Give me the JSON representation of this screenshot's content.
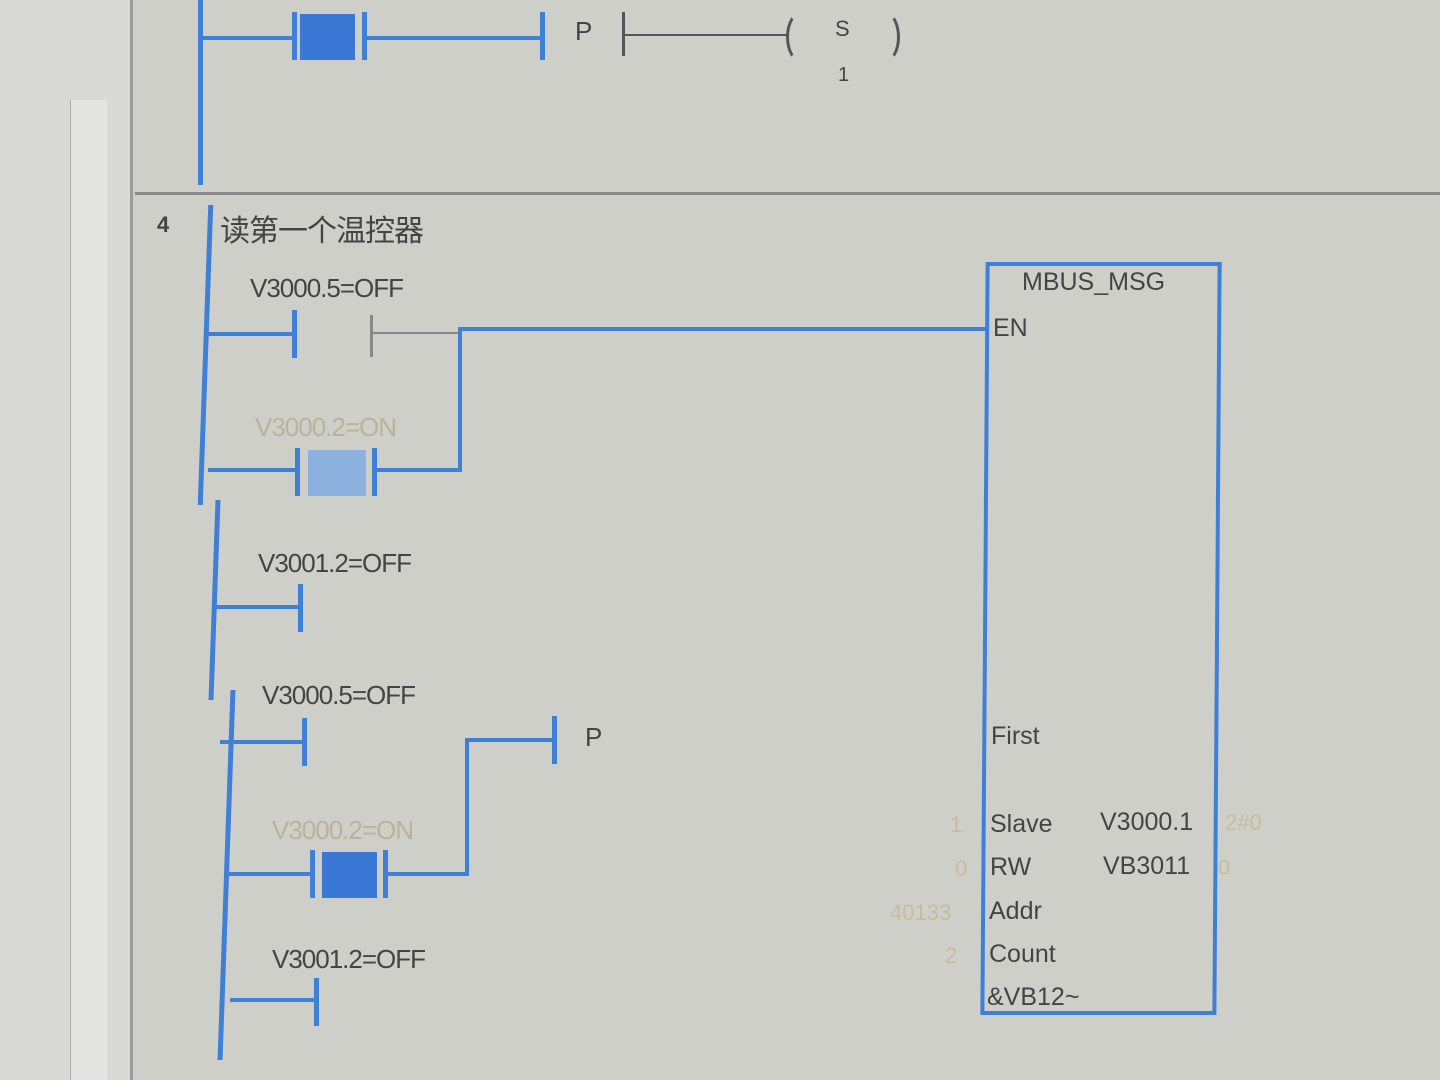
{
  "network_prev": {
    "contact_p": "P",
    "coil_op": "S",
    "coil_count": "1"
  },
  "network": {
    "number": "4",
    "comment": "读第一个温控器"
  },
  "contacts": [
    {
      "label": "V3000.5=OFF"
    },
    {
      "label": "V3000.2=ON"
    },
    {
      "label": "V3001.2=OFF"
    },
    {
      "label": "V3000.5=OFF"
    },
    {
      "label": "V3000.2=ON"
    },
    {
      "label": "V3001.2=OFF"
    }
  ],
  "edge_contact": "P",
  "block": {
    "title": "MBUS_MSG",
    "en": "EN",
    "first": "First",
    "inputs": [
      {
        "pin": "Slave",
        "value": "1"
      },
      {
        "pin": "RW",
        "value": "0"
      },
      {
        "pin": "Addr",
        "value": "40133"
      },
      {
        "pin": "Count",
        "value": "2"
      },
      {
        "pin": "&VB12~",
        "value": ""
      }
    ],
    "outputs": [
      {
        "pin": "V3000.1",
        "value": "2#0"
      },
      {
        "pin": "VB3011",
        "value": "0"
      }
    ]
  },
  "colors": {
    "rung": "#3f7fd6",
    "bg": "#cfcfca"
  }
}
